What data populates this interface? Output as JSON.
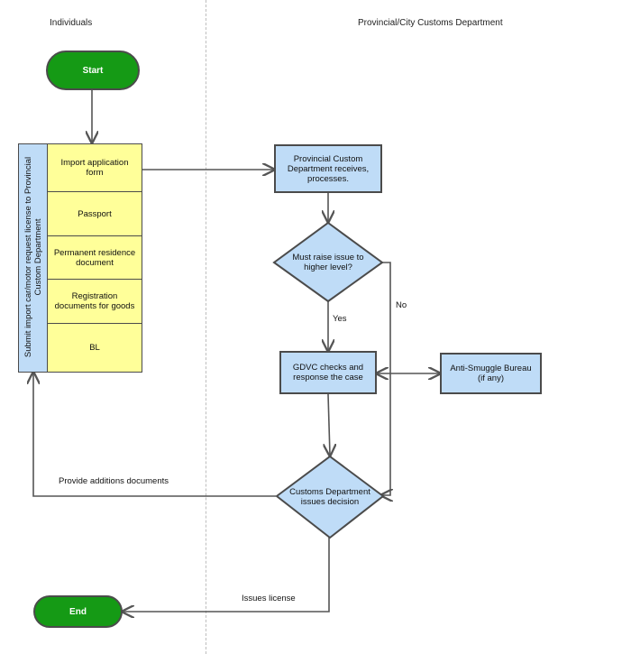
{
  "lanes": {
    "individuals": "Individuals",
    "customs": "Provincial/City Customs Department"
  },
  "nodes": {
    "start": "Start",
    "end": "End",
    "submit_group": "Submit import car/motor request license to Provincial Custom Department",
    "documents": [
      "Import application form",
      "Passport",
      "Permanent residence document",
      "Registration documents for goods",
      "BL"
    ],
    "receive": "Provincial Custom Department receives, processes.",
    "raise_issue": "Must raise issue to higher level?",
    "gdvc": "GDVC checks and response the case",
    "anti_smuggle": "Anti-Smuggle Bureau (if any)",
    "decision": "Customs Department issues decision"
  },
  "edge_labels": {
    "yes": "Yes",
    "no": "No",
    "provide_docs": "Provide additions documents",
    "issues_license": "Issues license"
  },
  "colors": {
    "terminal": "#159a15",
    "process": "#bfdcf7",
    "document": "#ffff99",
    "stroke": "#4b4b4b"
  }
}
